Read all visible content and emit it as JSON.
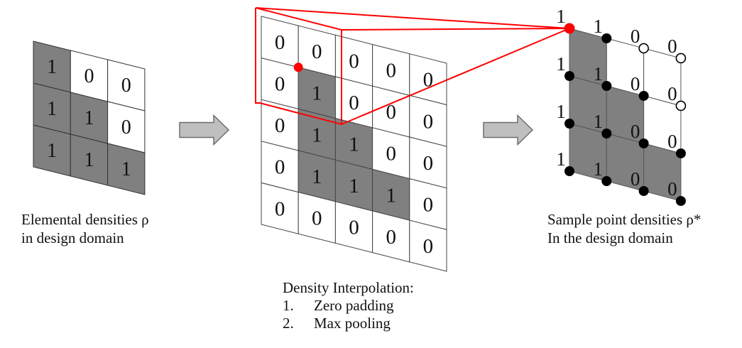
{
  "left_grid": {
    "label": "Elemental densities",
    "label_line1": "Elemental densities ρ",
    "label_line2": "in design domain",
    "values": [
      [
        1,
        0,
        0
      ],
      [
        1,
        1,
        0
      ],
      [
        1,
        1,
        1
      ]
    ]
  },
  "middle_grid": {
    "values": [
      [
        0,
        0,
        0,
        0,
        0
      ],
      [
        0,
        1,
        0,
        0,
        0
      ],
      [
        0,
        1,
        1,
        0,
        0
      ],
      [
        0,
        1,
        1,
        1,
        0
      ],
      [
        0,
        0,
        0,
        0,
        0
      ]
    ],
    "caption_title": "Density Interpolation:",
    "steps": [
      {
        "num": "1.",
        "text": "Zero padding"
      },
      {
        "num": "2.",
        "text": "Max pooling"
      }
    ]
  },
  "right_grid": {
    "label_line1": "Sample point densities ρ*",
    "label_line2": "In the design domain",
    "cell_fill": [
      [
        1,
        0,
        0
      ],
      [
        1,
        1,
        0
      ],
      [
        1,
        1,
        1
      ]
    ],
    "node_values": [
      [
        1,
        1,
        0,
        0
      ],
      [
        1,
        1,
        0,
        0
      ],
      [
        1,
        1,
        0,
        0
      ],
      [
        1,
        1,
        0,
        0
      ]
    ],
    "node_styles": [
      [
        "highlight",
        "filled",
        "hollow",
        "hollow"
      ],
      [
        "filled",
        "filled",
        "filled",
        "hollow"
      ],
      [
        "filled",
        "filled",
        "filled",
        "filled"
      ],
      [
        "filled",
        "filled",
        "filled",
        "filled"
      ]
    ]
  },
  "colors": {
    "shaded_cell": "#808080",
    "empty_cell": "#ffffff",
    "grid_line": "#555555",
    "highlight": "#ff0000",
    "arrow_fill": "#bfbfbf",
    "arrow_stroke": "#6e6e6e",
    "node_filled": "#000000"
  }
}
